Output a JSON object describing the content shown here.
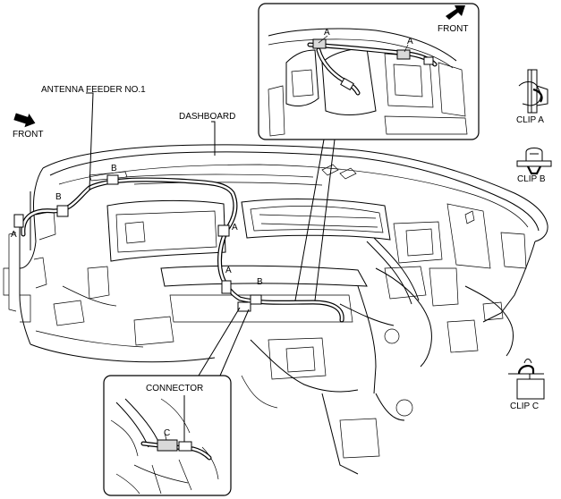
{
  "labels": {
    "antenna_feeder": "ANTENNA FEEDER NO.1",
    "dashboard": "DASHBOARD",
    "front": "FRONT",
    "connector": "CONNECTOR",
    "clip_a": "CLIP A",
    "clip_b": "CLIP B",
    "clip_c": "CLIP C"
  },
  "callouts": {
    "a": "A",
    "b": "B",
    "c": "C"
  },
  "icons": {
    "front_arrow": "front-arrow-icon",
    "clip_a": "clip-a-icon",
    "clip_b": "clip-b-icon",
    "clip_c": "clip-c-icon"
  }
}
